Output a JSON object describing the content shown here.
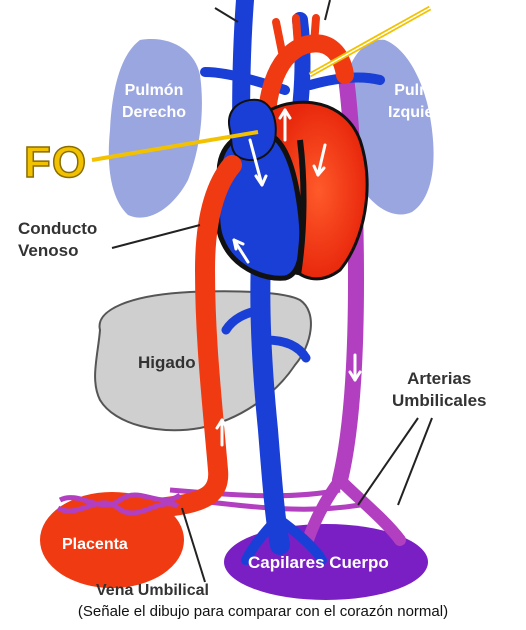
{
  "labels": {
    "lung_right_line1": "Pulmón",
    "lung_right_line2": "Derecho",
    "lung_left_line1": "Pulmón",
    "lung_left_line2": "Izquierdo",
    "fo": "FO",
    "ductus_venosus_line1": "Conducto",
    "ductus_venosus_line2": "Venoso",
    "liver": "Higado",
    "umbilical_arteries_line1": "Arterias",
    "umbilical_arteries_line2": "Umbilicales",
    "placenta": "Placenta",
    "body_capillaries": "Capilares Cuerpo",
    "umbilical_vein": "Vena Umbilical"
  },
  "caption": "(Señale el dibujo para comparar con el corazón normal)",
  "colors": {
    "lung": "#9aa6e0",
    "venous_blue": "#1a3fd6",
    "arterial_red": "#f03a12",
    "mixed_purple": "#b13fc0",
    "liver_gray": "#cfcfcf",
    "capillaries_purple": "#7a1fc4",
    "fo_yellow": "#f2c200"
  }
}
